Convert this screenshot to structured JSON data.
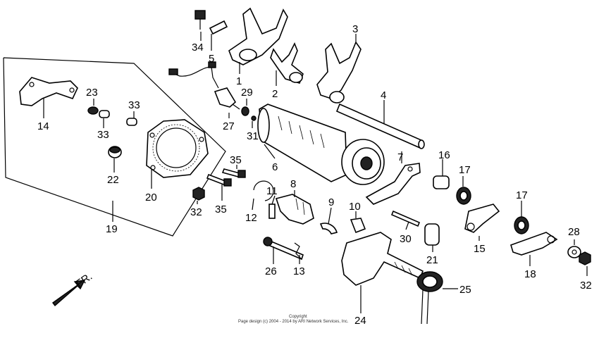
{
  "labels": {
    "p1": "1",
    "p2": "2",
    "p3": "3",
    "p4": "4",
    "p5": "5",
    "p6": "6",
    "p7": "7",
    "p8": "8",
    "p9": "9",
    "p10": "10",
    "p11": "11",
    "p12": "12",
    "p13": "13",
    "p14": "14",
    "p15": "15",
    "p16": "16",
    "p17a": "17",
    "p17b": "17",
    "p18": "18",
    "p19": "19",
    "p20": "20",
    "p21": "21",
    "p22": "22",
    "p23": "23",
    "p24": "24",
    "p25": "25",
    "p26": "26",
    "p27": "27",
    "p28": "28",
    "p29": "29",
    "p30": "30",
    "p31": "31",
    "p32a": "32",
    "p32b": "32",
    "p33a": "33",
    "p33b": "33",
    "p34": "34",
    "p35a": "35",
    "p35b": "35"
  },
  "direction_marker": "FR.",
  "copyright_line1": "Copyright",
  "copyright_line2": "Page design (c) 2004 - 2014 by ARI Network Services, Inc."
}
